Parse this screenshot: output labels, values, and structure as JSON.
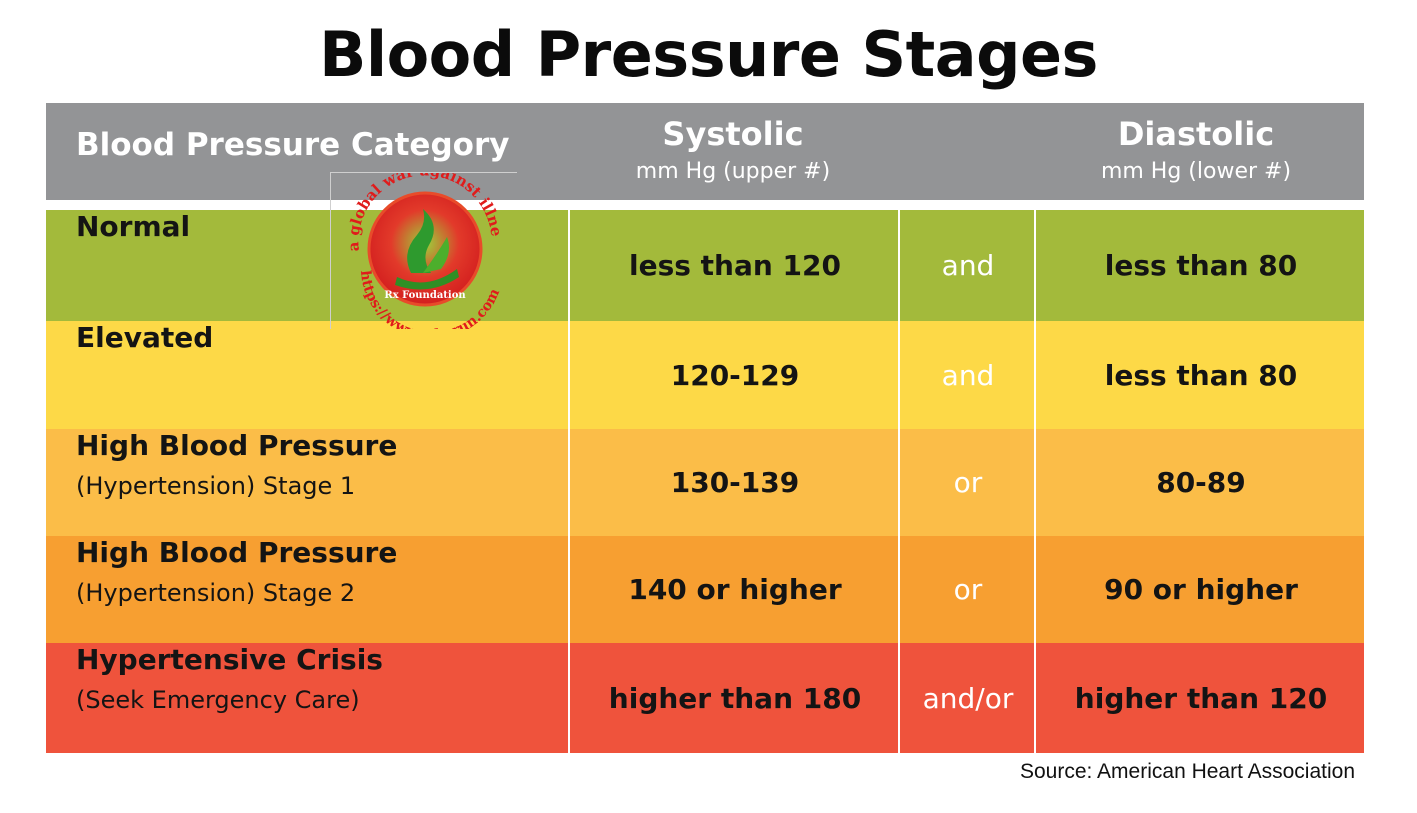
{
  "title": "Blood Pressure Stages",
  "header": {
    "category": "Blood Pressure Category",
    "systolic": "Systolic",
    "systolic_unit": "mm Hg (upper #)",
    "diastolic": "Diastolic",
    "diastolic_unit": "mm Hg (lower #)"
  },
  "rows": [
    {
      "category": "Normal",
      "note": "",
      "systolic": "less than 120",
      "conj": "and",
      "diastolic": "less than 80",
      "color": "#a3ba3b"
    },
    {
      "category": "Elevated",
      "note": "",
      "systolic": "120-129",
      "conj": "and",
      "diastolic": "less than 80",
      "color": "#fdd947"
    },
    {
      "category": "High Blood Pressure",
      "note": "(Hypertension) Stage 1",
      "systolic": "130-139",
      "conj": "or",
      "diastolic": "80-89",
      "color": "#fbbd48"
    },
    {
      "category": "High Blood Pressure",
      "note": "(Hypertension) Stage 2",
      "systolic": "140 or higher",
      "conj": "or",
      "diastolic": "90 or higher",
      "color": "#f79f31"
    },
    {
      "category": "Hypertensive Crisis",
      "note": "(Seek Emergency Care)",
      "systolic": "higher than 180",
      "conj": "and/or",
      "diastolic": "higher than 120",
      "color": "#ef533c"
    }
  ],
  "source": "Source: American Heart Association",
  "watermark": {
    "arc_text": "a global war against illness!",
    "url_text": "https://www.rxharun.com",
    "label": "Rx Foundation"
  },
  "colors": {
    "header_bg": "#939496",
    "header_text": "#ffffff"
  }
}
